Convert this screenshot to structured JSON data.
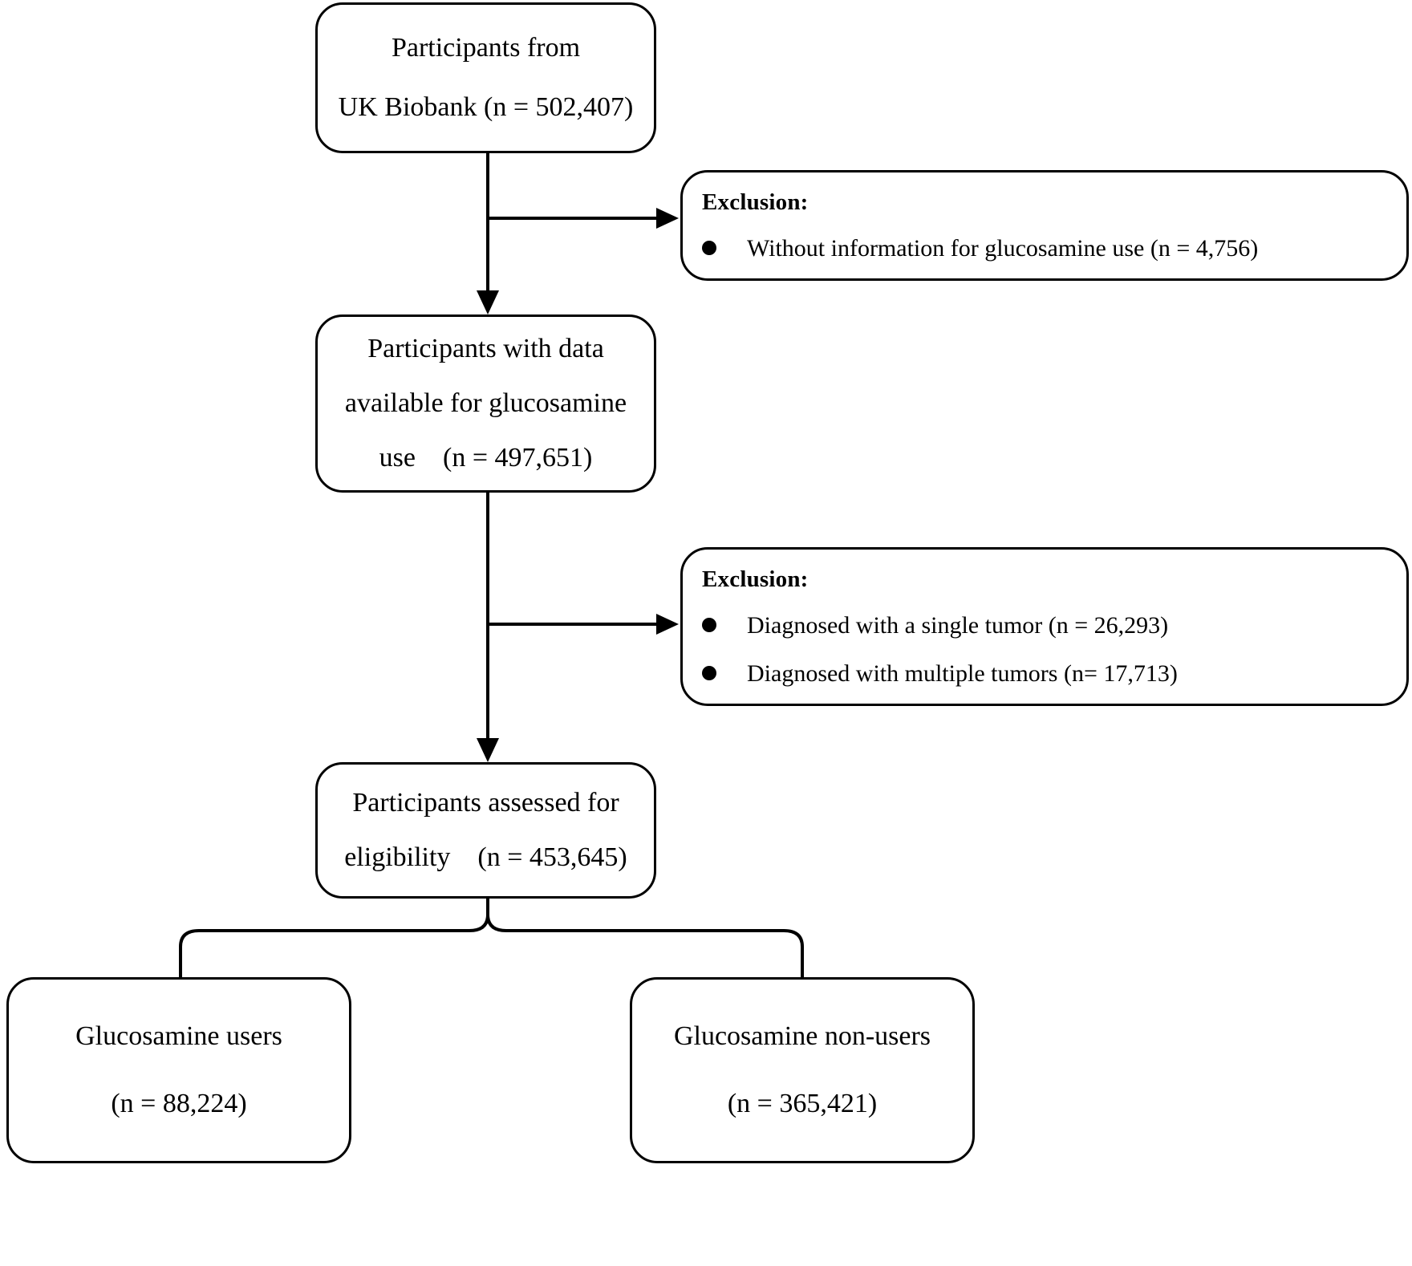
{
  "diagram": {
    "type": "participant-flow-chart",
    "stroke_color": "#000000",
    "background_color": "#ffffff",
    "nodes": {
      "source": {
        "lines": [
          "Participants from",
          "UK Biobank (n = 502,407)"
        ],
        "n": 502407
      },
      "available": {
        "lines": [
          "Participants with data",
          "available for glucosamine",
          "use    (n = 497,651)"
        ],
        "n": 497651
      },
      "eligible": {
        "lines": [
          "Participants assessed for",
          "eligibility    (n = 453,645)"
        ],
        "n": 453645
      },
      "users": {
        "lines": [
          "Glucosamine users",
          "(n = 88,224)"
        ],
        "n": 88224
      },
      "nonusers": {
        "lines": [
          "Glucosamine non-users",
          "(n = 365,421)"
        ],
        "n": 365421
      }
    },
    "exclusions": [
      {
        "title": "Exclusion:",
        "items": [
          "Without information for glucosamine use (n = 4,756)"
        ]
      },
      {
        "title": "Exclusion:",
        "items": [
          "Diagnosed with a single tumor (n = 26,293)",
          "Diagnosed with multiple tumors (n= 17,713)"
        ]
      }
    ]
  }
}
